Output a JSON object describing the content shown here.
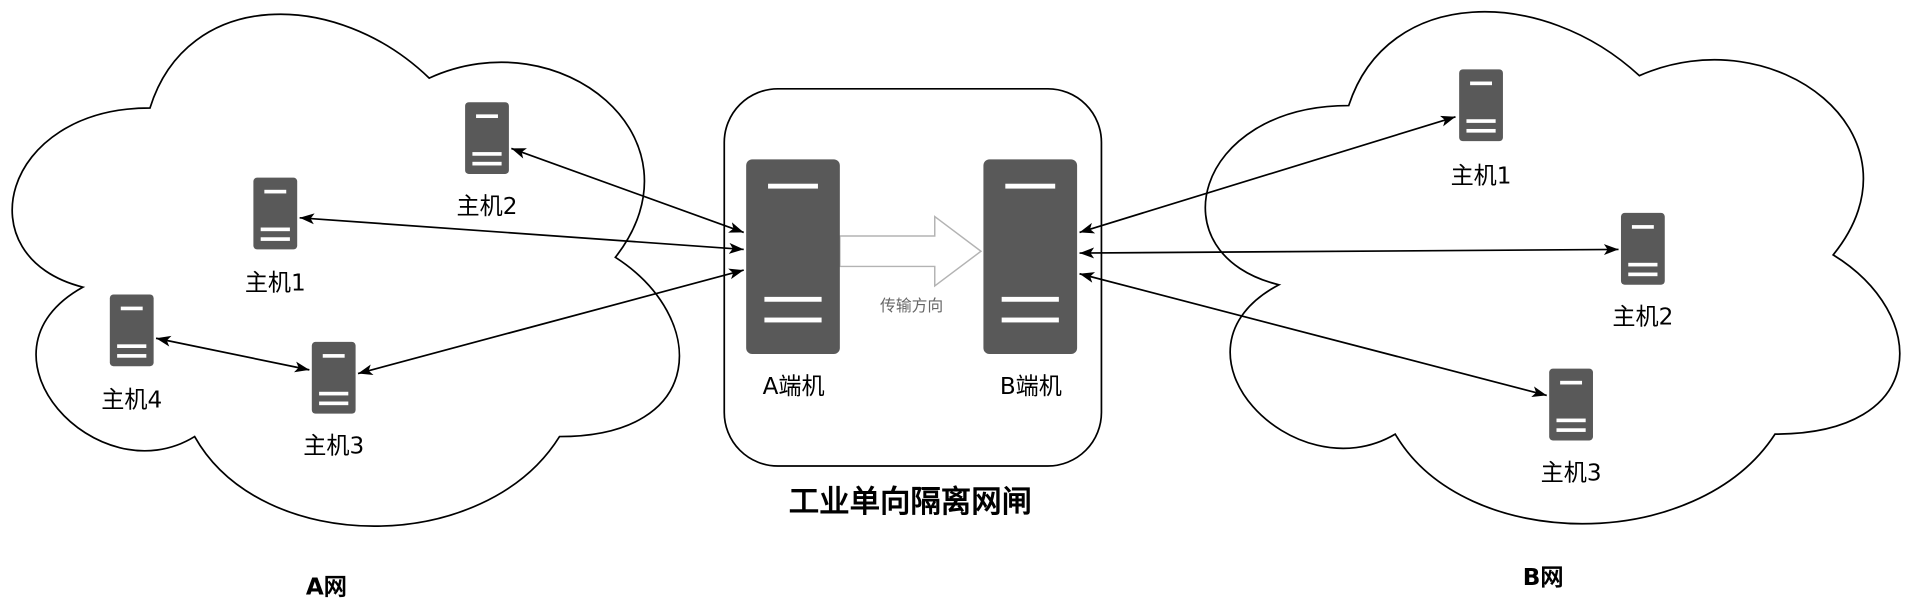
{
  "diagram": {
    "title": "工业单向隔离网闸",
    "direction_label": "传输方向",
    "network_a": {
      "label": "A网",
      "hosts": [
        "主机1",
        "主机2",
        "主机3",
        "主机4"
      ]
    },
    "gateway": {
      "a_terminal": "A端机",
      "b_terminal": "B端机"
    },
    "network_b": {
      "label": "B网",
      "hosts": [
        "主机1",
        "主机2",
        "主机3"
      ]
    }
  },
  "icons": {
    "host": "server-icon",
    "terminal": "server-icon",
    "network": "cloud-shape",
    "transfer": "hollow-right-arrow-icon",
    "link": "double-headed-arrow"
  },
  "colors": {
    "server": "#595959",
    "server_stripe": "#ffffff",
    "line": "#000000",
    "transfer_arrow": "#b3b3b3",
    "direction_label": "#666666",
    "background": "#ffffff"
  }
}
